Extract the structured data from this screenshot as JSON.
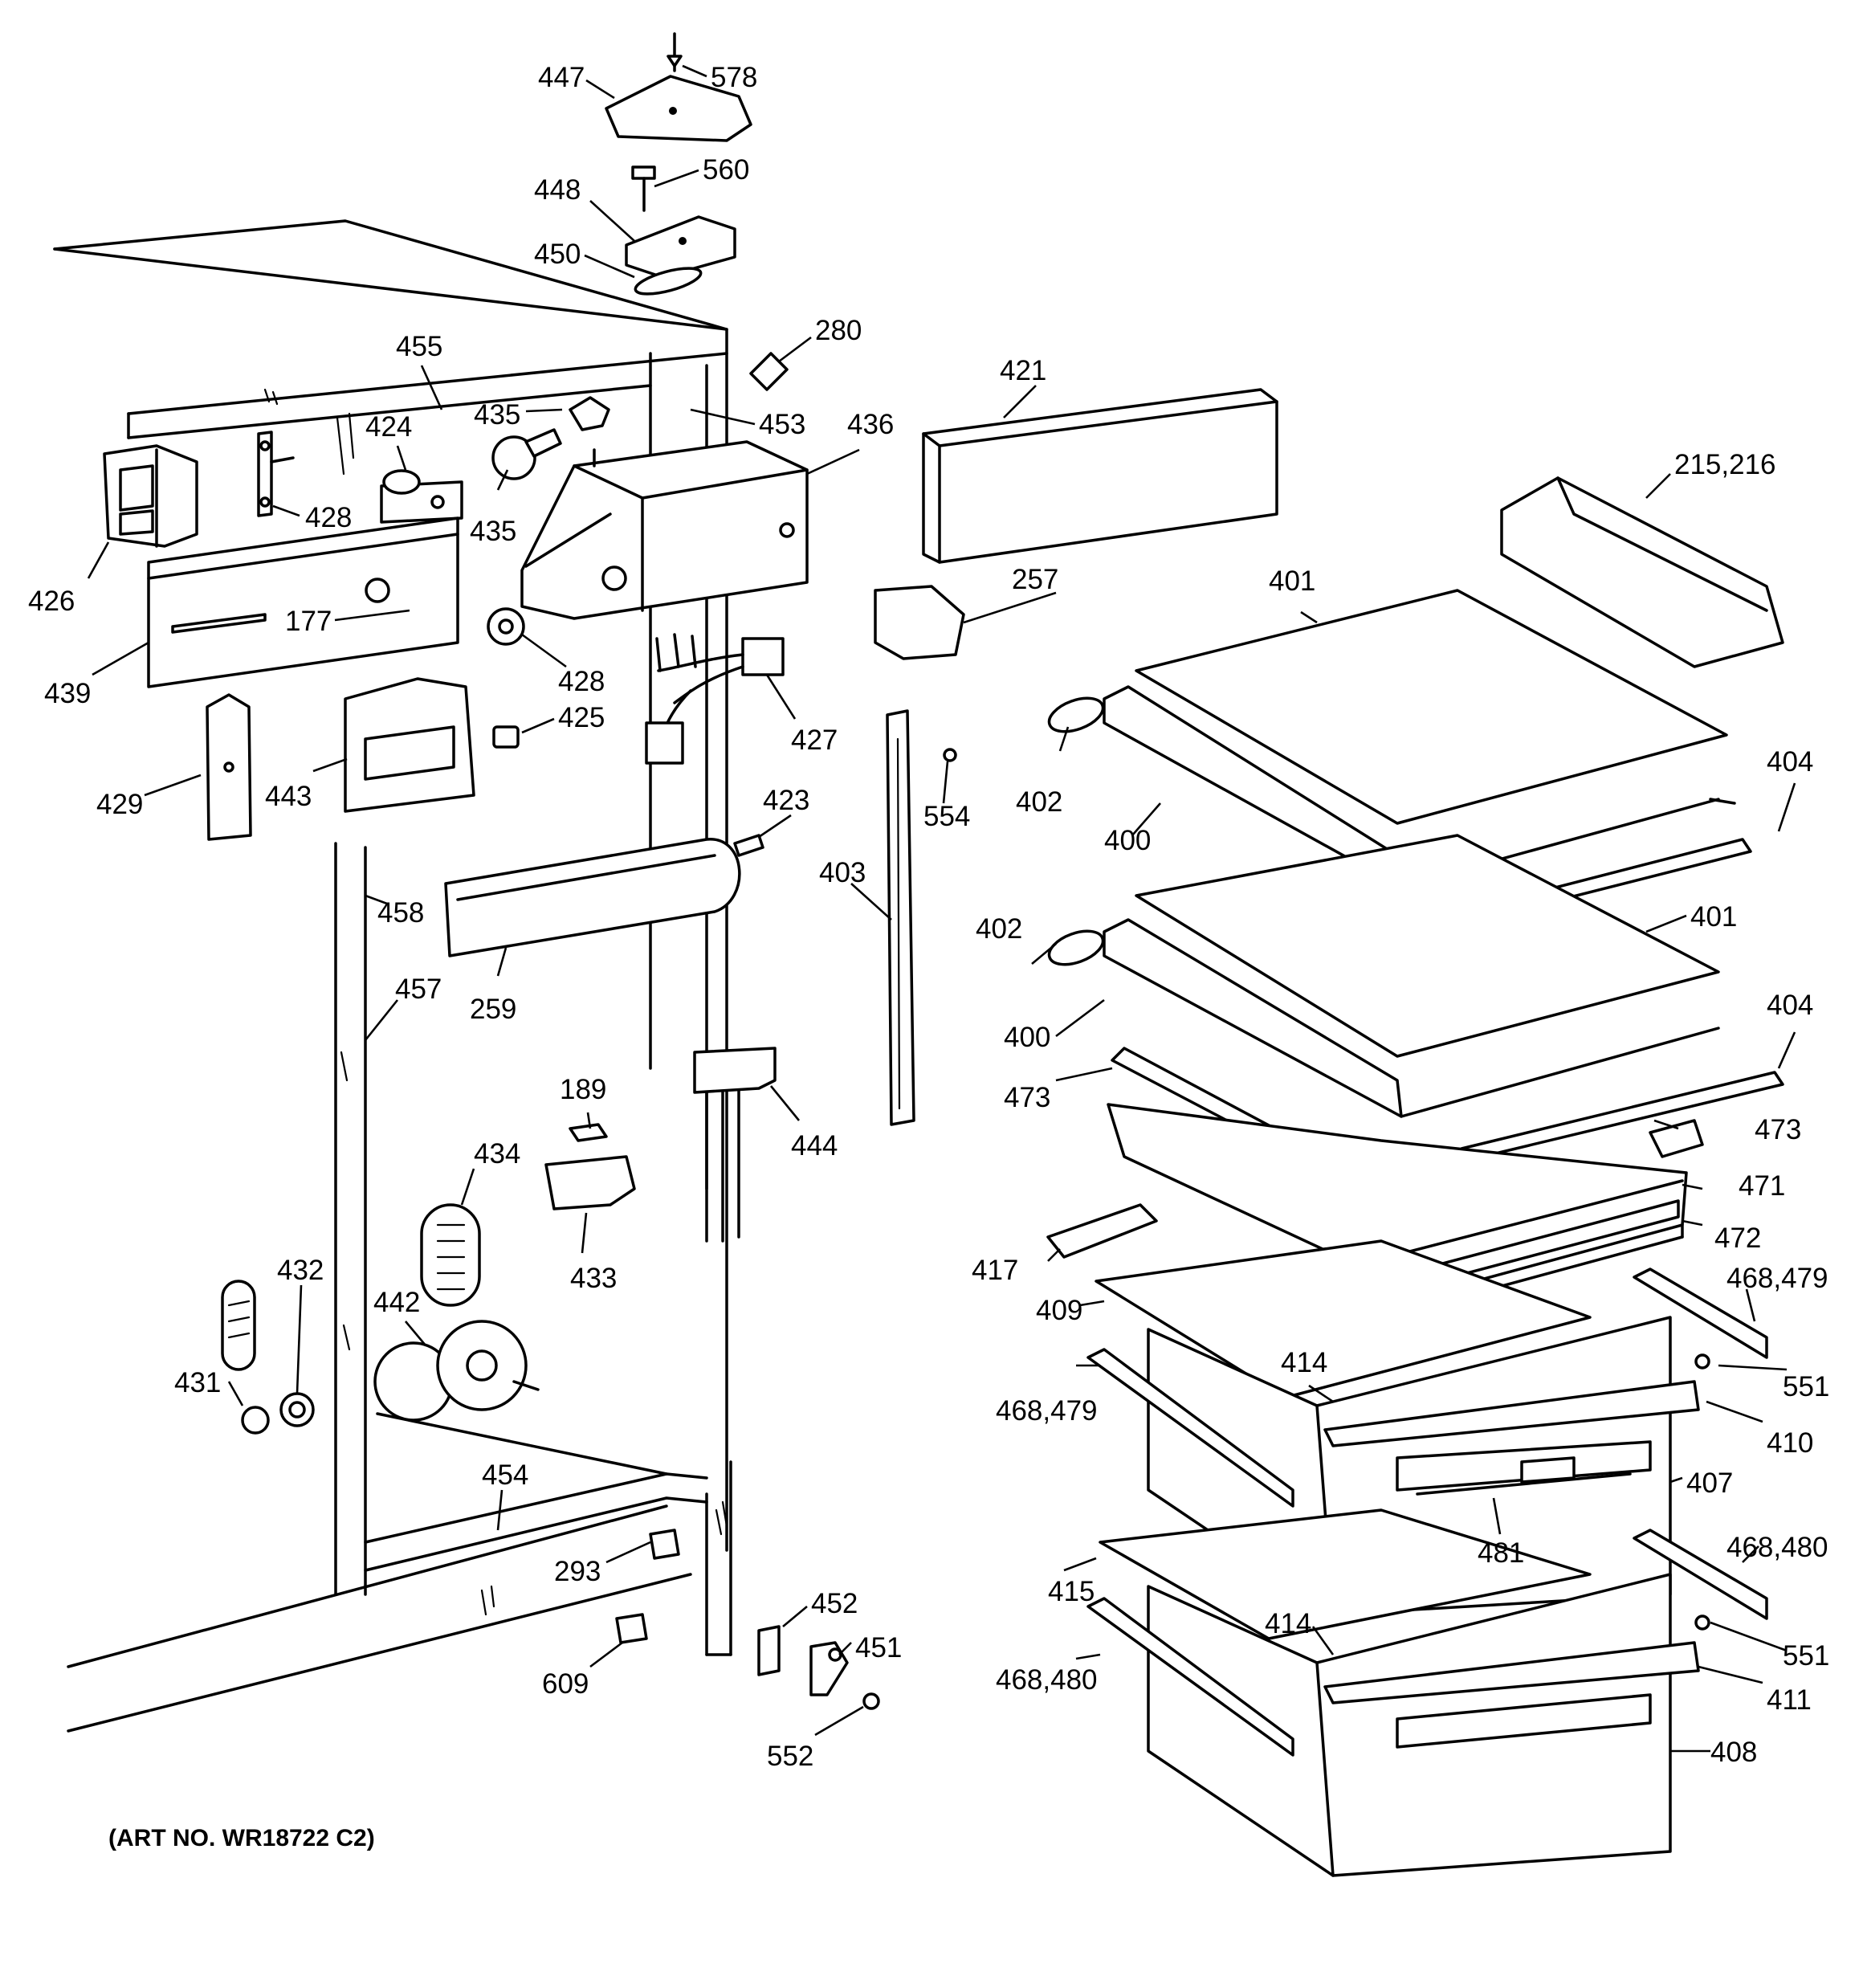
{
  "art_number": "(ART NO. WR18722 C2)",
  "callouts": [
    {
      "id": "c447",
      "text": "447"
    },
    {
      "id": "c578",
      "text": "578"
    },
    {
      "id": "c560",
      "text": "560"
    },
    {
      "id": "c448",
      "text": "448"
    },
    {
      "id": "c450",
      "text": "450"
    },
    {
      "id": "c280",
      "text": "280"
    },
    {
      "id": "c455",
      "text": "455"
    },
    {
      "id": "c435a",
      "text": "435"
    },
    {
      "id": "c453",
      "text": "453"
    },
    {
      "id": "c424",
      "text": "424"
    },
    {
      "id": "c436",
      "text": "436"
    },
    {
      "id": "c421",
      "text": "421"
    },
    {
      "id": "c428a",
      "text": "428"
    },
    {
      "id": "c435b",
      "text": "435"
    },
    {
      "id": "c215",
      "text": "215,216"
    },
    {
      "id": "c426",
      "text": "426"
    },
    {
      "id": "c177",
      "text": "177"
    },
    {
      "id": "c257",
      "text": "257"
    },
    {
      "id": "c401a",
      "text": "401"
    },
    {
      "id": "c439",
      "text": "439"
    },
    {
      "id": "c428b",
      "text": "428"
    },
    {
      "id": "c425",
      "text": "425"
    },
    {
      "id": "c427",
      "text": "427"
    },
    {
      "id": "c429",
      "text": "429"
    },
    {
      "id": "c443",
      "text": "443"
    },
    {
      "id": "c423",
      "text": "423"
    },
    {
      "id": "c554",
      "text": "554"
    },
    {
      "id": "c402a",
      "text": "402"
    },
    {
      "id": "c400a",
      "text": "400"
    },
    {
      "id": "c404a",
      "text": "404"
    },
    {
      "id": "c403",
      "text": "403"
    },
    {
      "id": "c458",
      "text": "458"
    },
    {
      "id": "c401b",
      "text": "401"
    },
    {
      "id": "c402b",
      "text": "402"
    },
    {
      "id": "c457",
      "text": "457"
    },
    {
      "id": "c259",
      "text": "259"
    },
    {
      "id": "c400b",
      "text": "400"
    },
    {
      "id": "c404b",
      "text": "404"
    },
    {
      "id": "c189",
      "text": "189"
    },
    {
      "id": "c473a",
      "text": "473"
    },
    {
      "id": "c444",
      "text": "444"
    },
    {
      "id": "c473b",
      "text": "473"
    },
    {
      "id": "c434",
      "text": "434"
    },
    {
      "id": "c471",
      "text": "471"
    },
    {
      "id": "c472",
      "text": "472"
    },
    {
      "id": "c433",
      "text": "433"
    },
    {
      "id": "c417",
      "text": "417"
    },
    {
      "id": "c432",
      "text": "432"
    },
    {
      "id": "c468a",
      "text": "468,479"
    },
    {
      "id": "c409",
      "text": "409"
    },
    {
      "id": "c442",
      "text": "442"
    },
    {
      "id": "c414a",
      "text": "414"
    },
    {
      "id": "c431",
      "text": "431"
    },
    {
      "id": "c468b",
      "text": "468,479"
    },
    {
      "id": "c551a",
      "text": "551"
    },
    {
      "id": "c410",
      "text": "410"
    },
    {
      "id": "c454",
      "text": "454"
    },
    {
      "id": "c407",
      "text": "407"
    },
    {
      "id": "c481",
      "text": "481"
    },
    {
      "id": "c468c",
      "text": "468,480"
    },
    {
      "id": "c293",
      "text": "293"
    },
    {
      "id": "c415",
      "text": "415"
    },
    {
      "id": "c452",
      "text": "452"
    },
    {
      "id": "c414b",
      "text": "414"
    },
    {
      "id": "c451",
      "text": "451"
    },
    {
      "id": "c551b",
      "text": "551"
    },
    {
      "id": "c609",
      "text": "609"
    },
    {
      "id": "c468d",
      "text": "468,480"
    },
    {
      "id": "c411",
      "text": "411"
    },
    {
      "id": "c552",
      "text": "552"
    },
    {
      "id": "c408",
      "text": "408"
    }
  ]
}
